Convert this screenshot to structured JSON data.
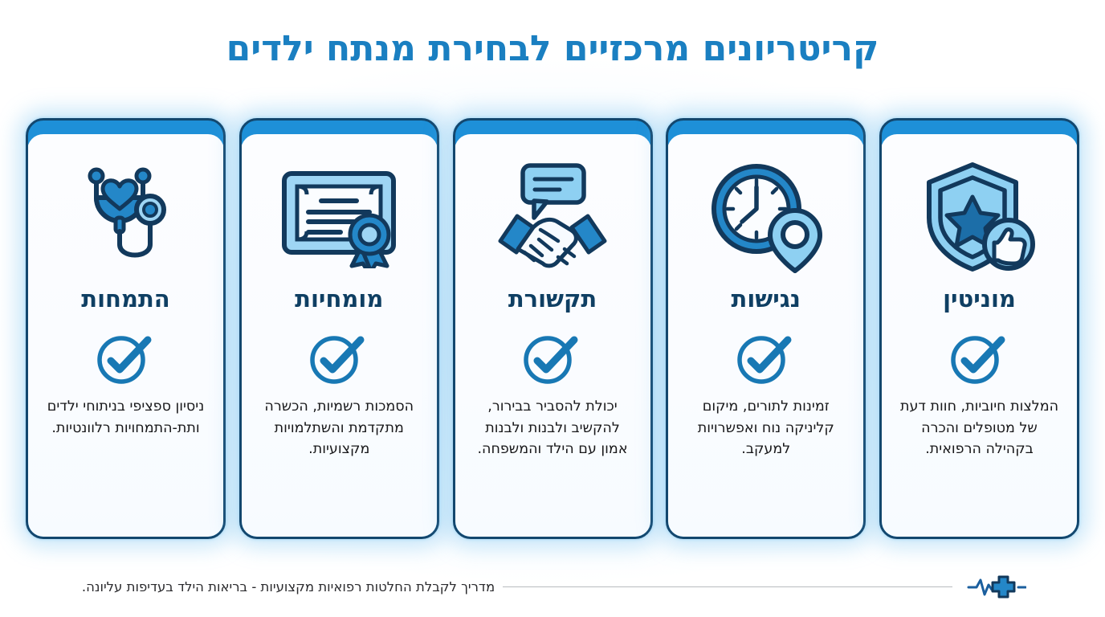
{
  "header": {
    "title": "קריטריונים מרכזיים לבחירת מנתח ילדים",
    "title_color": "#1a7fc1"
  },
  "theme": {
    "navy": "#13476e",
    "dark_navy": "#0f3f63",
    "bright_blue": "#1e90d8",
    "mid_blue": "#1878b4",
    "light_blue": "#8ed0f2",
    "pale_blue": "#bfe4fa",
    "background": "#f3faff"
  },
  "cards": [
    {
      "id": "specialization",
      "icon_name": "stethoscope-icon",
      "heading": "התמחות",
      "check_icon_name": "check-circle-icon",
      "description": "ניסיון ספציפי בניתוחי ילדים ותת-התמחויות רלוונטיות."
    },
    {
      "id": "expertise",
      "icon_name": "certificate-icon",
      "heading": "מומחיות",
      "check_icon_name": "check-circle-icon",
      "description": "הסמכות רשמיות, הכשרה מתקדמת והשתלמויות מקצועיות."
    },
    {
      "id": "communication",
      "icon_name": "handshake-speech-bubble-icon",
      "heading": "תקשורת",
      "check_icon_name": "check-circle-icon",
      "description": "יכולת להסביר בבירור, להקשיב ולבנות ולבנות אמון עם הילד והמשפחה."
    },
    {
      "id": "accessibility",
      "icon_name": "clock-location-pin-icon",
      "heading": "נגישות",
      "check_icon_name": "check-circle-icon",
      "description": "זמינות לתורים, מיקום קליניקה נוח ואפשרויות למעקב."
    },
    {
      "id": "reputation",
      "icon_name": "shield-star-thumbsup-icon",
      "heading": "מוניטין",
      "check_icon_name": "check-circle-icon",
      "description": "המלצות חיוביות, חוות דעת של מטופלים והכרה בקהילה הרפואית."
    }
  ],
  "footer": {
    "icon_name": "heartbeat-cross-icon",
    "text": "מדריך לקבלת החלטות רפואיות מקצועיות - בריאות הילד בעדיפות עליונה."
  }
}
